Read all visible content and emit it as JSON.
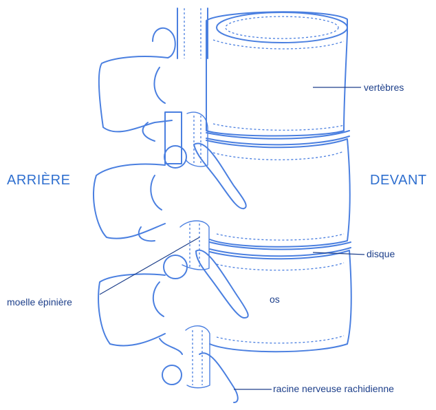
{
  "labels": {
    "back": "ARRIÈRE",
    "front": "DEVANT",
    "vertebrae": "vertèbres",
    "disc": "disque",
    "bone": "os",
    "spinal_cord": "moelle épinière",
    "nerve_root": "racine nerveuse rachidienne"
  },
  "colors": {
    "line": "#4a7fe0",
    "label_text": "#1d3f8a",
    "side_text": "#2f6fcf"
  }
}
